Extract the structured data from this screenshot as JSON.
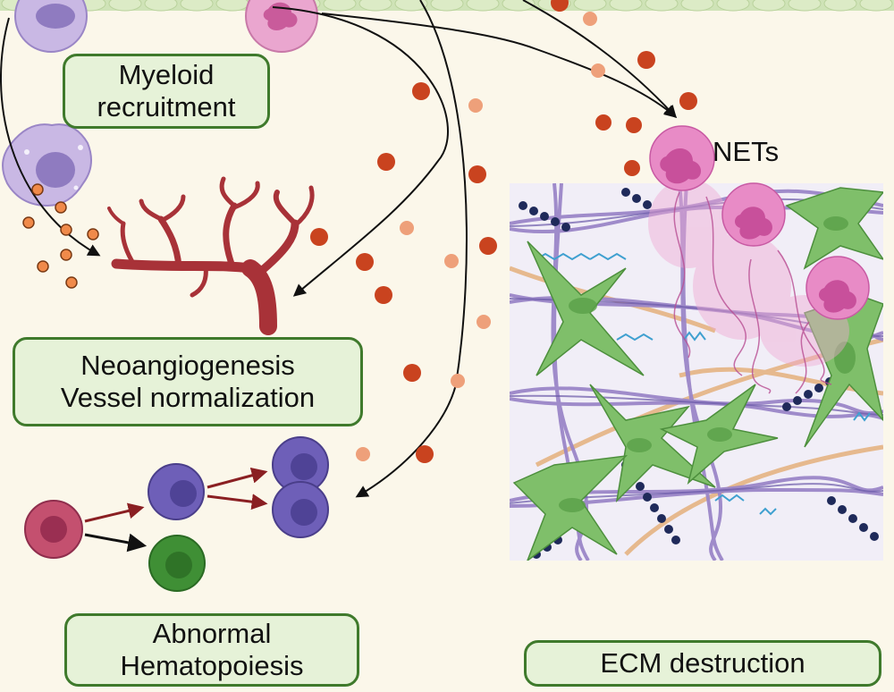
{
  "labels": {
    "myeloid": [
      "Myeloid",
      "recruitment"
    ],
    "neoangiogenesis": [
      "Neoangiogenesis",
      "Vessel normalization"
    ],
    "hematopoiesis": [
      "Abnormal",
      "Hematopoiesis"
    ],
    "ecm": "ECM destruction",
    "nets": "NETs"
  },
  "colors": {
    "background": "#fbf7ea",
    "label_fill": "#e6f2d8",
    "label_border": "#3f7a2c",
    "vessel": "#a83238",
    "factor_dark": "#c9431f",
    "factor_light": "#eea07a",
    "neutrophil": "#e88bc6",
    "fibroblast": "#7fbf6a",
    "collagen": "#9b86c8",
    "progenitor": "#c4506f",
    "myeloid_progenitor": "#6e5fb8",
    "lymphoid_progenitor": "#3f8f35"
  },
  "icons": [
    "vessel-icon",
    "neutrophil-icon",
    "monocyte-icon",
    "fibroblast-icon",
    "collagen-fiber-icon",
    "stem-cell-icon"
  ]
}
